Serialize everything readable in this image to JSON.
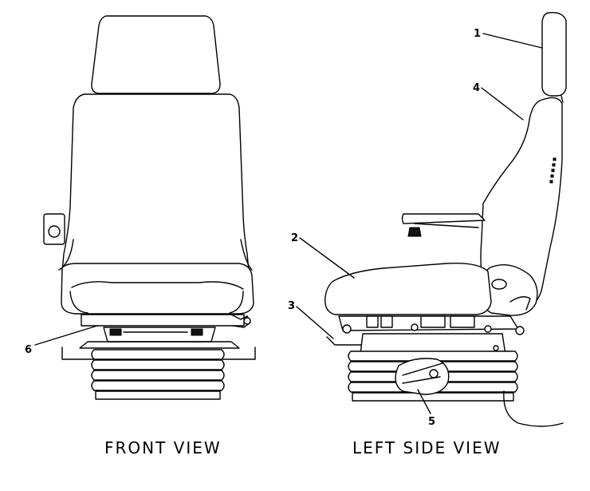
{
  "callouts": [
    "1",
    "2",
    "3",
    "4",
    "5",
    "6"
  ],
  "views": {
    "front": "FRONT VIEW",
    "side": "LEFT SIDE VIEW"
  }
}
